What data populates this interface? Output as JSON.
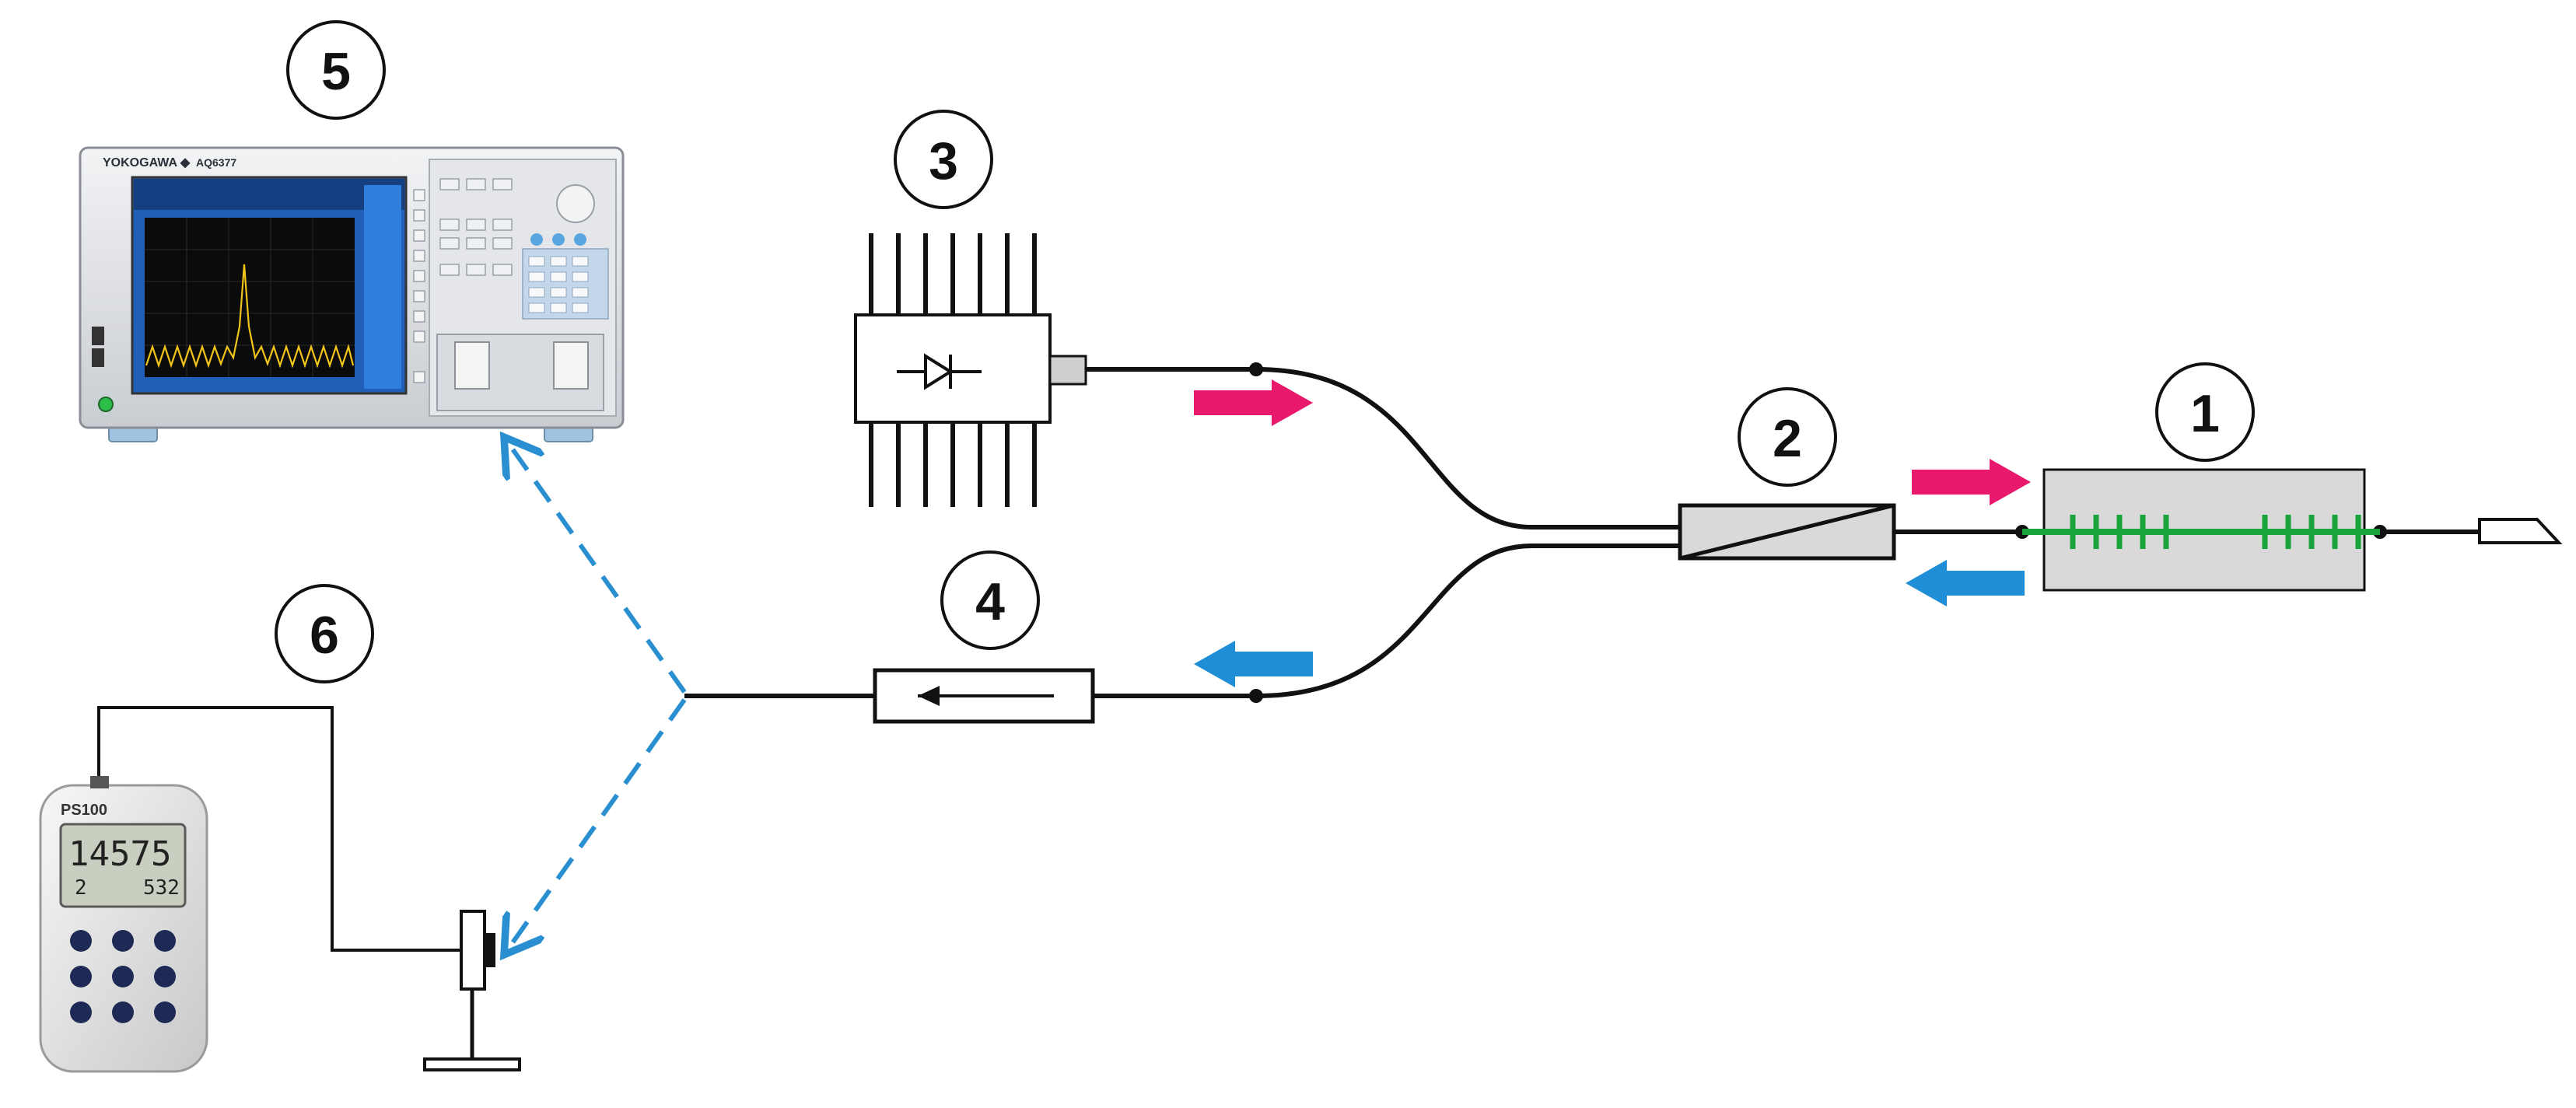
{
  "labels": {
    "n1": "1",
    "n2": "2",
    "n3": "3",
    "n4": "4",
    "n5": "5",
    "n6": "6"
  },
  "osa": {
    "brand": "YOKOGAWA ◆",
    "model": "AQ6377"
  },
  "power_meter": {
    "model": "PS100",
    "reading_main": "14575",
    "reading_sub_left": "2",
    "reading_sub_right": "532"
  },
  "colors": {
    "forward_arrow": "#e8196d",
    "backward_arrow": "#1f8ed6",
    "dashed_line": "#2a8fd0",
    "grating": "#1aa33a",
    "box_fill": "#d9d9d9",
    "osa_screen": "#1f5fb8",
    "spectrum_trace": "#f0c419"
  }
}
